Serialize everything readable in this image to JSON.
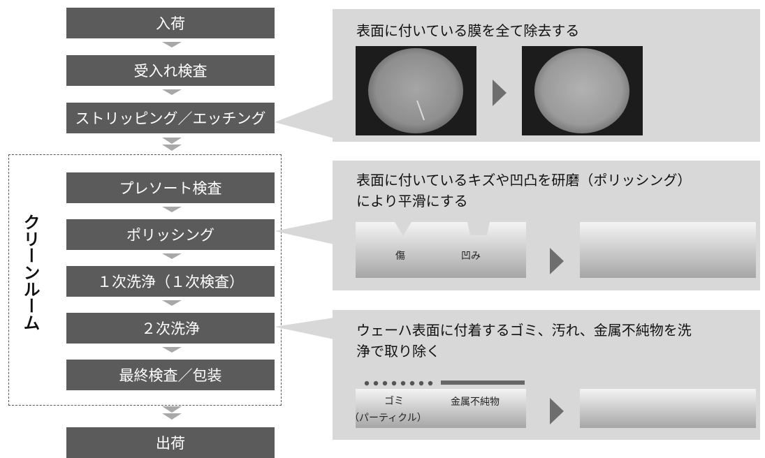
{
  "steps": {
    "arrival": "入荷",
    "acceptance": "受入れ検査",
    "stripping": "ストリッピング／エッチング",
    "preso": "プレソート検査",
    "polishing": "ポリッシング",
    "clean1": "１次洗浄（１次検査）",
    "clean2": "２次洗浄",
    "final": "最終検査／包装",
    "shipping": "出荷"
  },
  "cleanroom_label": "クリーンルーム",
  "panels": {
    "strip": {
      "desc": "表面に付いている膜を全て除去する"
    },
    "polish": {
      "desc_line1": "表面に付いているキズや凹凸を研磨（ポリッシング）",
      "desc_line2": "により平滑にする",
      "scratch_label": "傷",
      "dent_label": "凹み"
    },
    "clean": {
      "desc_line1": "ウェーハ表面に付着するゴミ、汚れ、金属不純物を洗",
      "desc_line2": "浄で取り除く",
      "dust_label": "ゴミ",
      "particle_label": "（パーティクル）",
      "metal_label": "金属不純物"
    }
  },
  "colors": {
    "step_bg": "#5b5b5b",
    "panel_bg": "#d8d8d8",
    "arrow": "#a8a8a8"
  }
}
